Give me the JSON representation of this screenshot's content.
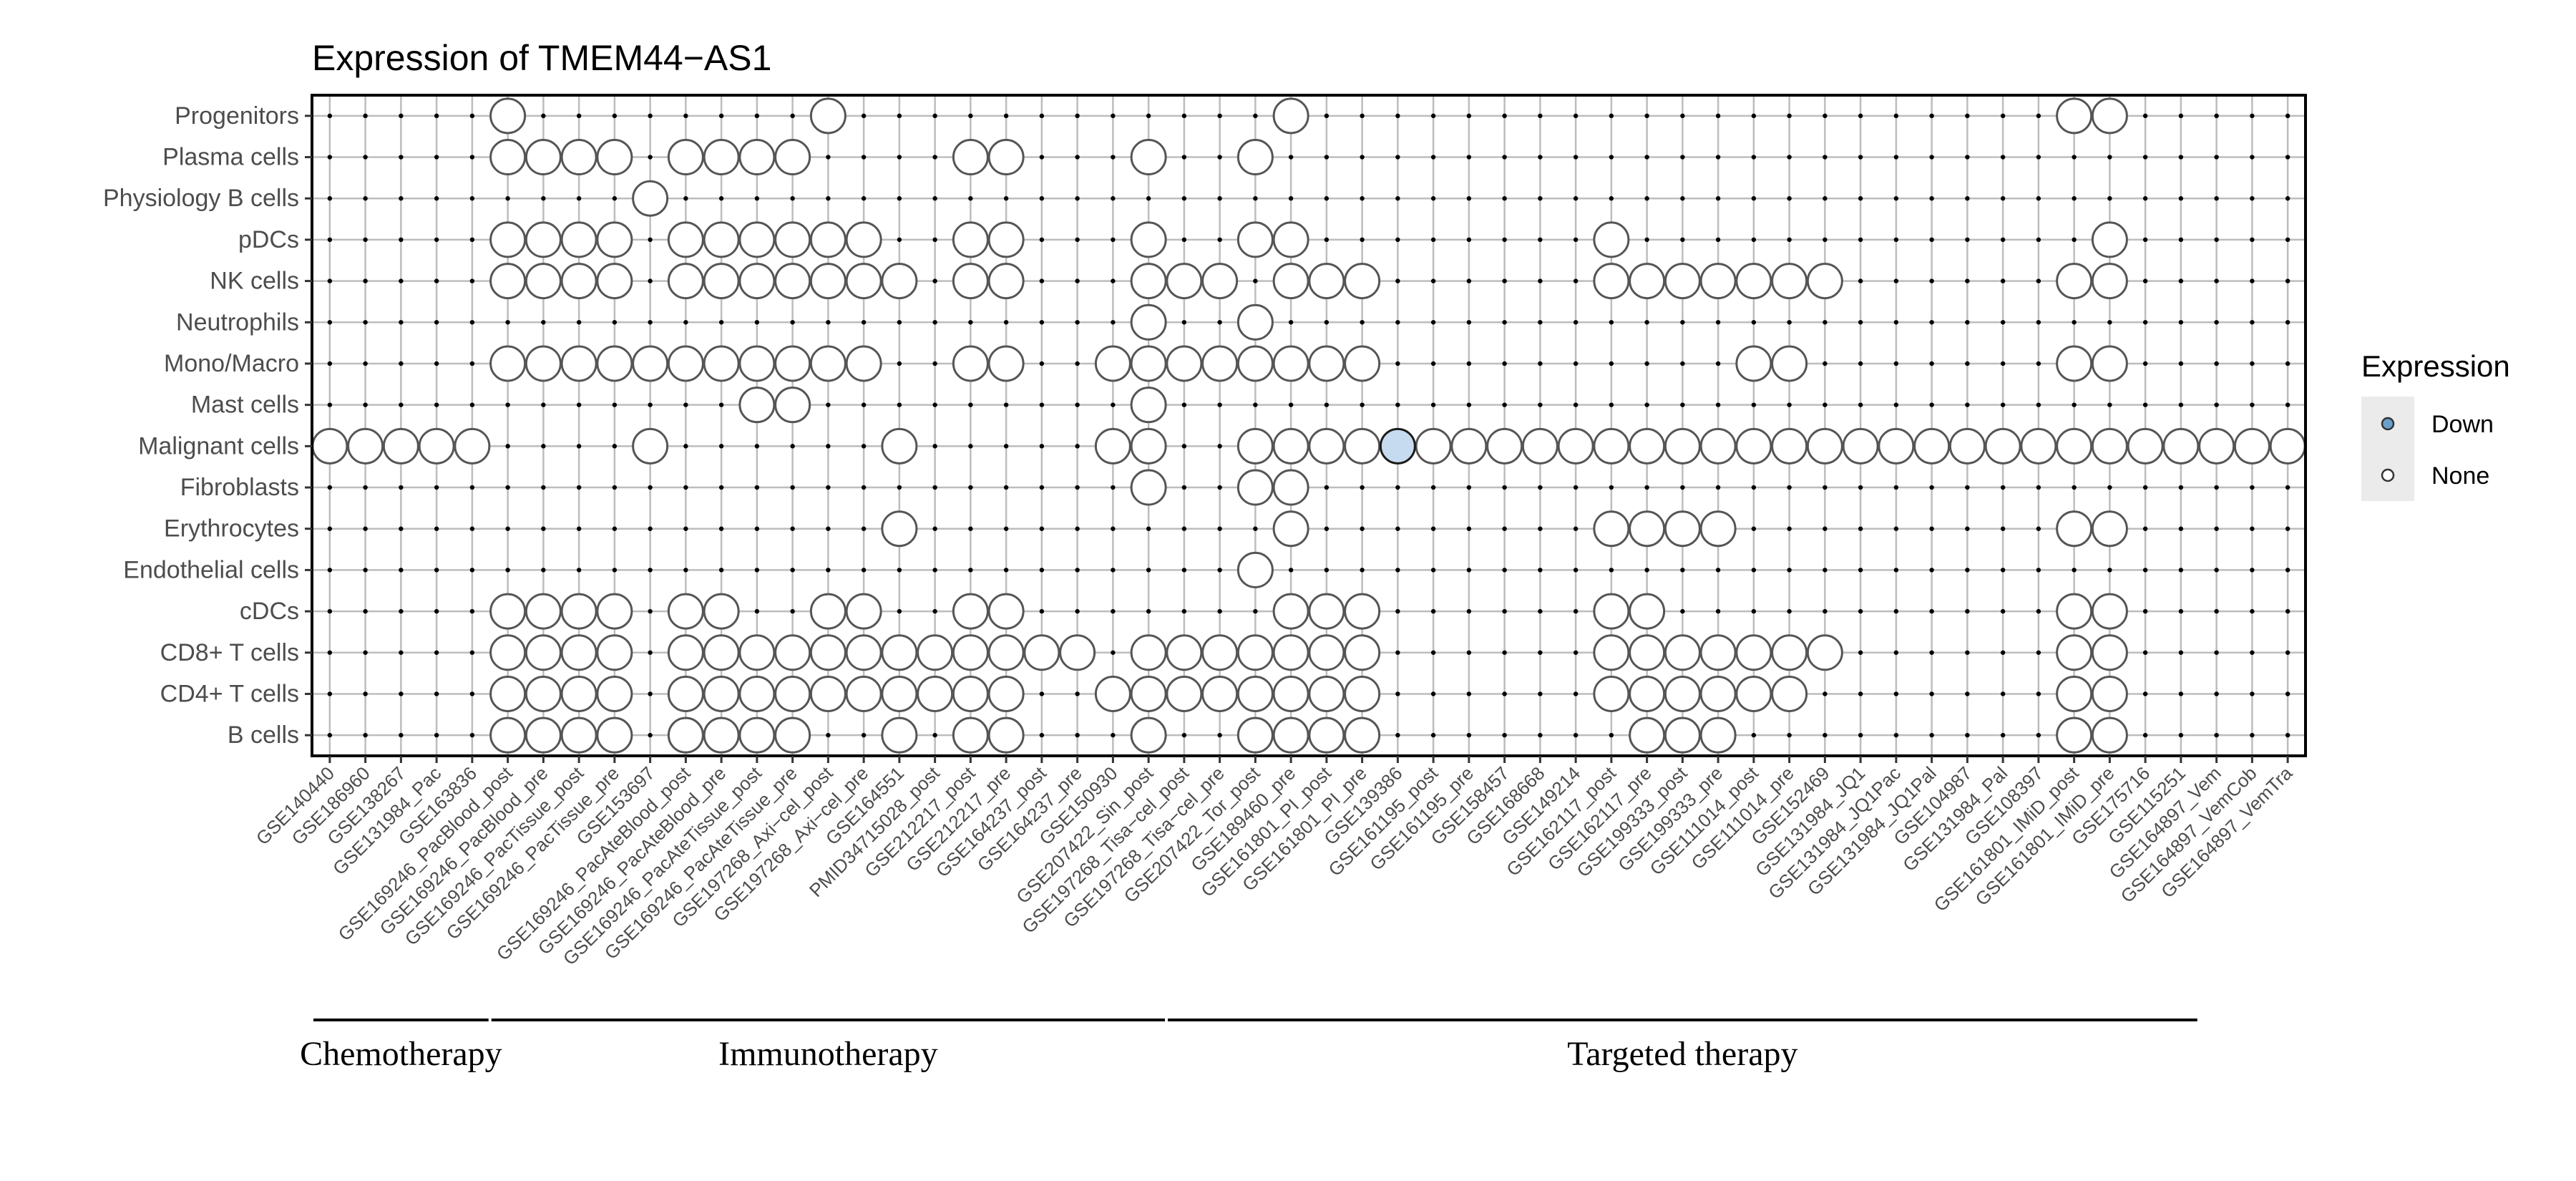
{
  "chart_data": {
    "type": "scatter",
    "title": "Expression of TMEM44−AS1",
    "y_categories": [
      "Progenitors",
      "Plasma cells",
      "Physiology B cells",
      "pDCs",
      "NK cells",
      "Neutrophils",
      "Mono/Macro",
      "Mast cells",
      "Malignant cells",
      "Fibroblasts",
      "Erythrocytes",
      "Endothelial cells",
      "cDCs",
      "CD8+ T cells",
      "CD4+ T cells",
      "B cells"
    ],
    "x_categories": [
      "GSE140440",
      "GSE186960",
      "GSE138267",
      "GSE131984_Pac",
      "GSE163836",
      "GSE169246_PacBlood_post",
      "GSE169246_PacBlood_pre",
      "GSE169246_PacTissue_post",
      "GSE169246_PacTissue_pre",
      "GSE153697",
      "GSE169246_PacAteBlood_post",
      "GSE169246_PacAteBlood_pre",
      "GSE169246_PacAteTissue_post",
      "GSE169246_PacAteTissue_pre",
      "GSE197268_Axi−cel_post",
      "GSE197268_Axi−cel_pre",
      "GSE164551",
      "PMID34715028_post",
      "GSE212217_post",
      "GSE212217_pre",
      "GSE164237_post",
      "GSE164237_pre",
      "GSE150930",
      "GSE207422_Sin_post",
      "GSE197268_Tisa−cel_post",
      "GSE197268_Tisa−cel_pre",
      "GSE207422_Tor_post",
      "GSE189460_pre",
      "GSE161801_PI_post",
      "GSE161801_PI_pre",
      "GSE139386",
      "GSE161195_post",
      "GSE161195_pre",
      "GSE158457",
      "GSE168668",
      "GSE149214",
      "GSE162117_post",
      "GSE162117_pre",
      "GSE199333_post",
      "GSE199333_pre",
      "GSE111014_post",
      "GSE111014_pre",
      "GSE152469",
      "GSE131984_JQ1",
      "GSE131984_JQ1Pac",
      "GSE131984_JQ1Pal",
      "GSE104987",
      "GSE131984_Pal",
      "GSE108397",
      "GSE161801_IMiD_post",
      "GSE161801_IMiD_pre",
      "GSE175716",
      "GSE115251",
      "GSE164897_Vem",
      "GSE164897_VemCob",
      "GSE164897_VemTra"
    ],
    "points": {
      "Progenitors": {
        "none": [
          5,
          14,
          27,
          49,
          50
        ],
        "down": []
      },
      "Plasma cells": {
        "none": [
          5,
          6,
          7,
          8,
          10,
          11,
          12,
          13,
          18,
          19,
          23,
          26
        ],
        "down": []
      },
      "Physiology B cells": {
        "none": [
          9
        ],
        "down": []
      },
      "pDCs": {
        "none": [
          5,
          6,
          7,
          8,
          10,
          11,
          12,
          13,
          14,
          15,
          18,
          19,
          23,
          26,
          27,
          36,
          50
        ],
        "down": []
      },
      "NK cells": {
        "none": [
          5,
          6,
          7,
          8,
          10,
          11,
          12,
          13,
          14,
          15,
          16,
          18,
          19,
          23,
          24,
          25,
          27,
          28,
          29,
          36,
          37,
          38,
          39,
          40,
          41,
          42,
          49,
          50
        ],
        "down": []
      },
      "Neutrophils": {
        "none": [
          23,
          26
        ],
        "down": []
      },
      "Mono/Macro": {
        "none": [
          5,
          6,
          7,
          8,
          9,
          10,
          11,
          12,
          13,
          14,
          15,
          18,
          19,
          22,
          23,
          24,
          25,
          26,
          27,
          28,
          29,
          40,
          41,
          49,
          50
        ],
        "down": []
      },
      "Mast cells": {
        "none": [
          12,
          13,
          23
        ],
        "down": []
      },
      "Malignant cells": {
        "none": [
          0,
          1,
          2,
          3,
          4,
          9,
          16,
          22,
          23,
          26,
          27,
          28,
          29,
          31,
          32,
          33,
          34,
          35,
          36,
          37,
          38,
          39,
          40,
          41,
          42,
          43,
          44,
          45,
          46,
          47,
          48,
          49,
          50,
          51,
          52,
          53,
          54,
          55
        ],
        "down": [
          30
        ]
      },
      "Fibroblasts": {
        "none": [
          23,
          26,
          27
        ],
        "down": []
      },
      "Erythrocytes": {
        "none": [
          16,
          27,
          36,
          37,
          38,
          39,
          49,
          50
        ],
        "down": []
      },
      "Endothelial cells": {
        "none": [
          26
        ],
        "down": []
      },
      "cDCs": {
        "none": [
          5,
          6,
          7,
          8,
          10,
          11,
          14,
          15,
          18,
          19,
          27,
          28,
          29,
          36,
          37,
          49,
          50
        ],
        "down": []
      },
      "CD8+ T cells": {
        "none": [
          5,
          6,
          7,
          8,
          10,
          11,
          12,
          13,
          14,
          15,
          16,
          17,
          18,
          19,
          20,
          21,
          23,
          24,
          25,
          26,
          27,
          28,
          29,
          36,
          37,
          38,
          39,
          40,
          41,
          42,
          49,
          50
        ],
        "down": []
      },
      "CD4+ T cells": {
        "none": [
          5,
          6,
          7,
          8,
          10,
          11,
          12,
          13,
          14,
          15,
          16,
          17,
          18,
          19,
          22,
          23,
          24,
          25,
          26,
          27,
          28,
          29,
          36,
          37,
          38,
          39,
          40,
          41,
          49,
          50
        ],
        "down": []
      },
      "B cells": {
        "none": [
          5,
          6,
          7,
          8,
          10,
          11,
          12,
          13,
          16,
          18,
          19,
          23,
          26,
          27,
          28,
          29,
          37,
          38,
          39,
          49,
          50
        ],
        "down": []
      }
    },
    "groups": [
      {
        "label": "Chemotherapy",
        "from": 0,
        "to": 4
      },
      {
        "label": "Immunotherapy",
        "from": 5,
        "to": 23
      },
      {
        "label": "Targeted therapy",
        "from": 24,
        "to": 52
      }
    ],
    "legend": {
      "title": "Expression",
      "position": "right",
      "items": [
        {
          "label": "Down",
          "color": "#6a9fc9"
        },
        {
          "label": "None",
          "color": "#ffffff"
        }
      ]
    },
    "colors": {
      "down": "#c6dbef",
      "none": "#ffffff",
      "outline": "#555555"
    },
    "grid": true
  }
}
